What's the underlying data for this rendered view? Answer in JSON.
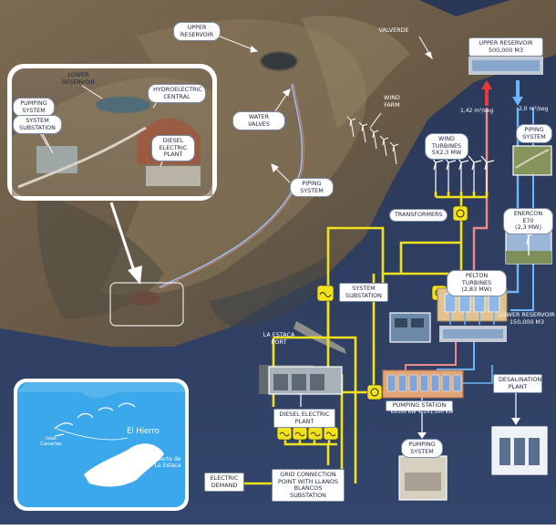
{
  "labels": {
    "upper_reservoir_photo": "UPPER\nRESERVOIR",
    "valverde": "VALVERDE",
    "water_valves": "WATER VALVES",
    "piping_system_photo": "PIPING\nSYSTEM",
    "wind_farm": "WIND\nFARM",
    "lower_reservoir_inset": "LOWER\nRESERVOIR",
    "hydroelectric_central": "HYDROELECTRIC\nCENTRAL",
    "pumping_system_inset": "PUMPING\nSYSTEM",
    "system_substation_inset": "SYSTEM\nSUBSTATION",
    "diesel_plant_inset": "DIESEL\nELECTRIC\nPLANT",
    "la_estaca_port": "LA ESTACA\nPORT",
    "upper_reservoir_box": "UPPER RESERVOIR\n500,000 M3",
    "flow_up": "1,42 m³/seg",
    "flow_down": "2,0 m³/seg",
    "piping_system_right": "PIPING\nSYSTEM",
    "wind_turbines": "WIND\nTURBINES\n5X2,3 MW",
    "transformers": "TRANSFORMERS",
    "enercon": "ENERCON E70\n(2,3 MW)",
    "system_substation": "SYSTEM\nSUBSTATION",
    "pelton_turbines": "PELTON TURBINES\n(2,83 MW)",
    "lower_reservoir_box": "LOWER RESERVOIR\n150,000 M3",
    "pumping_station": "PUMPING STATION",
    "pumping_station_spec": "6X500 KW + 2X1,500 KW",
    "desalination_plant": "DESALINATION\nPLANT",
    "diesel_electric_plant": "DIESEL ELECTRIC\nPLANT",
    "pumping_system_lower": "PUMPING\nSYSTEM",
    "electric_demand": "ELECTRIC\nDEMAND",
    "grid_connection": "GRID CONNECTION\nPOINT WITH LLANOS\nBLANCOS SUBSTATION"
  },
  "map": {
    "islas_canarias": "Islas\nCanarias",
    "el_hierro": "El Hierro",
    "puerto_estaca": "Puerto de\nLa Estaca"
  },
  "colors": {
    "background": "#2f3e63",
    "power_line": "#f2e21c",
    "water_pipe": "#6db6ff",
    "pipe_red": "#f08a8a",
    "sea": "#253e63",
    "map_sea": "#3aa8ea"
  }
}
